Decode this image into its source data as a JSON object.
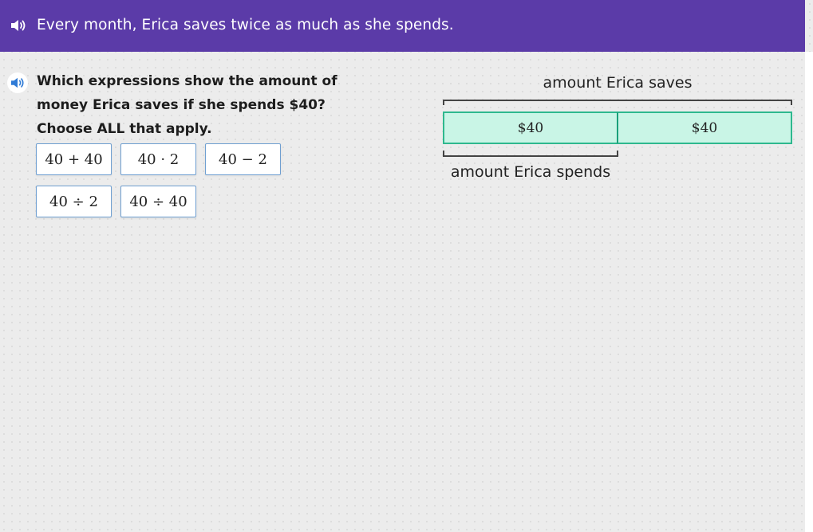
{
  "header": {
    "text": "Every month, Erica saves twice as much as she spends.",
    "speaker_icon": "speaker-icon"
  },
  "question": {
    "speaker_icon": "speaker-icon",
    "lines": [
      "Which expressions show the amount of",
      "money Erica saves if she spends $40?",
      "Choose ALL that apply."
    ]
  },
  "choices": [
    {
      "label": "40 + 40"
    },
    {
      "label": "40 · 2"
    },
    {
      "label": "40 − 2"
    },
    {
      "label": "40 ÷ 2"
    },
    {
      "label": "40 ÷ 40"
    }
  ],
  "tape_diagram": {
    "top_label": "amount Erica saves",
    "segments": [
      "$40",
      "$40"
    ],
    "bottom_label": "amount Erica spends"
  },
  "colors": {
    "header_bg": "#5b3ba8",
    "segment_fill": "#c9f5e6",
    "segment_border": "#2eb88e",
    "choice_border": "#6f9fd1",
    "speaker_blue": "#2f7bd6"
  }
}
